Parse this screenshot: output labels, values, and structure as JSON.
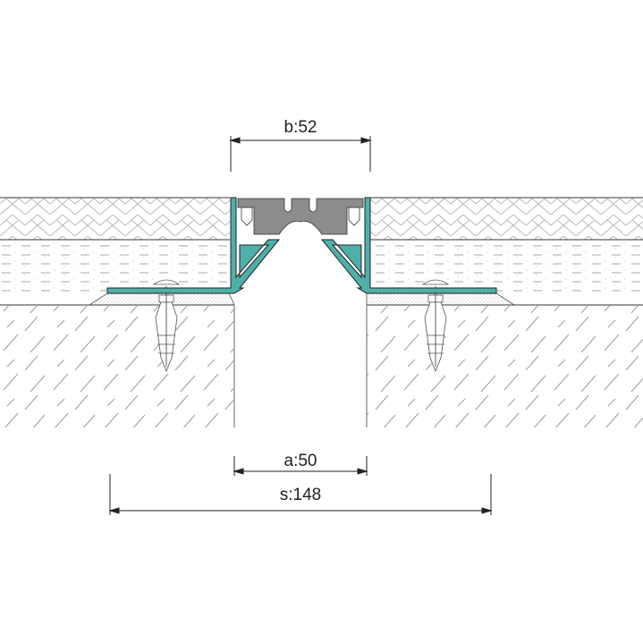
{
  "dimensions": {
    "top_width": "b:52",
    "gap_width": "a:50",
    "total_width": "s:148"
  },
  "colors": {
    "profile": "#4fb0aa",
    "insert": "#8c8c8c",
    "hatch": "#bdbdbd",
    "line": "#222222"
  }
}
